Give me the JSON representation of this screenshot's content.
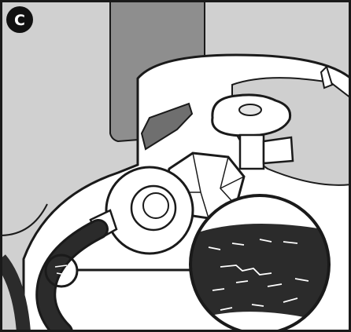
{
  "step_badge": {
    "label": "C"
  },
  "colors": {
    "background_wall": "#d0d0d0",
    "door_panel": "#8e8e8e",
    "outline": "#1a1a1a",
    "tank": "#ffffff",
    "hose": "#2b2b2b",
    "badge_fill": "#111111",
    "badge_text": "#ffffff"
  },
  "icons": {
    "badge": "step-letter-badge",
    "zoom": "magnifier-callout-circle"
  }
}
